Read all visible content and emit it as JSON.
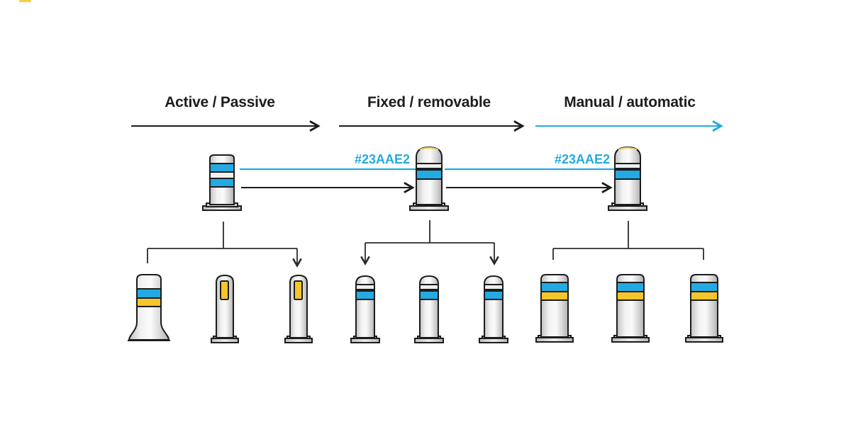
{
  "page": {
    "background": "#ffffff"
  },
  "colors": {
    "accent_blue": "#23AAE2",
    "band_yellow": "#F5C62B",
    "outline_dark": "#1C1C1E",
    "body_gray": "#D9D9D9"
  },
  "headers": [
    {
      "id": "active-passive",
      "label": "Active / Passive",
      "arrow_color": "#1C1C1E"
    },
    {
      "id": "fixed-removable",
      "label": "Fixed / removable",
      "arrow_color": "#1C1C1E"
    },
    {
      "id": "manual-automatic",
      "label": "Manual / automatic",
      "arrow_color": "#23AAE2"
    }
  ],
  "color_labels": [
    {
      "text": "#23AAE2"
    },
    {
      "text": "#23AAE2"
    }
  ],
  "groups": [
    {
      "parent": "bollard-active-passive",
      "children": [
        "flexible-flared-bollard",
        "reflector-post-bollard",
        "reflector-post-bollard"
      ]
    },
    {
      "parent": "bollard-fixed-removable",
      "children": [
        "blue-band-post-bollard",
        "blue-band-post-bollard",
        "blue-band-post-bollard"
      ]
    },
    {
      "parent": "bollard-manual-automatic",
      "children": [
        "striped-wide-bollard",
        "striped-wide-bollard",
        "striped-wide-bollard"
      ]
    }
  ]
}
